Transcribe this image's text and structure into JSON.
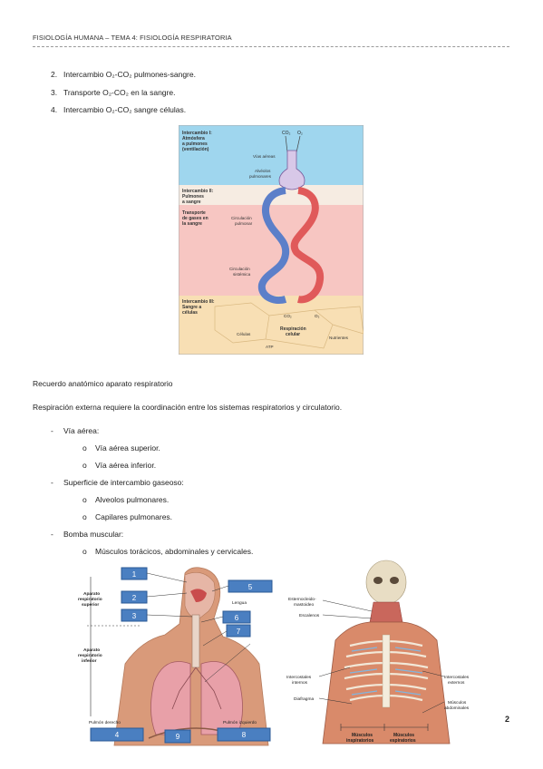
{
  "header": {
    "text": "FISIOLOGÍA HUMANA – TEMA 4: FISIOLOGÍA RESPIRATORIA"
  },
  "list_items": [
    {
      "num": "2.",
      "text": "Intercambio O₂-CO₂ pulmones-sangre."
    },
    {
      "num": "3.",
      "text": "Transporte O₂-CO₂ en la sangre."
    },
    {
      "num": "4.",
      "text": "Intercambio O₂-CO₂ sangre células."
    }
  ],
  "figure1": {
    "band1": "Intercambio I: Atmósfera a pulmones (ventilación)",
    "band2": "Intercambio II: Pulmones a sangre",
    "band3": "Transporte de gases en la sangre",
    "band4": "Intercambio III: Sangre a células",
    "labels": {
      "co2": "CO₂",
      "o2": "O₂",
      "vias": "Vías aéreas",
      "alveolos": "Alvéolos pulmonares",
      "circ_pulmonar": "Circulación pulmonar",
      "circ_sistemica": "Circulación sistémica",
      "respiracion": "Respiración celular",
      "celulas": "Células",
      "nutrientes": "Nutrientes",
      "atp": "ATP"
    }
  },
  "section": {
    "title": "Recuerdo anatómico aparato respiratorio",
    "intro": "Respiración externa requiere la coordinación entre los sistemas respiratorios y circulatorio.",
    "items": [
      {
        "label": "Vía aérea:",
        "subs": [
          "Vía aérea superior.",
          "Vía aérea inferior."
        ]
      },
      {
        "label": "Superficie de intercambio gaseoso:",
        "subs": [
          "Alveolos pulmonares.",
          "Capilares pulmonares."
        ]
      },
      {
        "label": "Bomba muscular:",
        "subs": [
          "Músculos torácicos, abdominales y cervicales."
        ]
      }
    ]
  },
  "figure2": {
    "labels": {
      "superior": "Aparato respiratorio superior",
      "inferior": "Aparato respiratorio inferior",
      "lengua": "Lengua",
      "pulmon_der": "Pulmón derecho",
      "pulmon_izq": "Pulmón izquierdo"
    },
    "boxes": [
      "1",
      "2",
      "3",
      "4",
      "5",
      "6",
      "7",
      "8",
      "9"
    ]
  },
  "figure3": {
    "labels": {
      "esterno": "Esternocleido-mastoideo",
      "escalenos": "Escalenos",
      "inter_int": "Intercostales internos",
      "diafragma": "Diafragma",
      "inter_ext": "Intercostales externos",
      "abdominales": "Músculos abdominales",
      "insp": "Músculos inspiratorios",
      "esp": "Músculos espiratorios"
    }
  },
  "page_number": "2"
}
